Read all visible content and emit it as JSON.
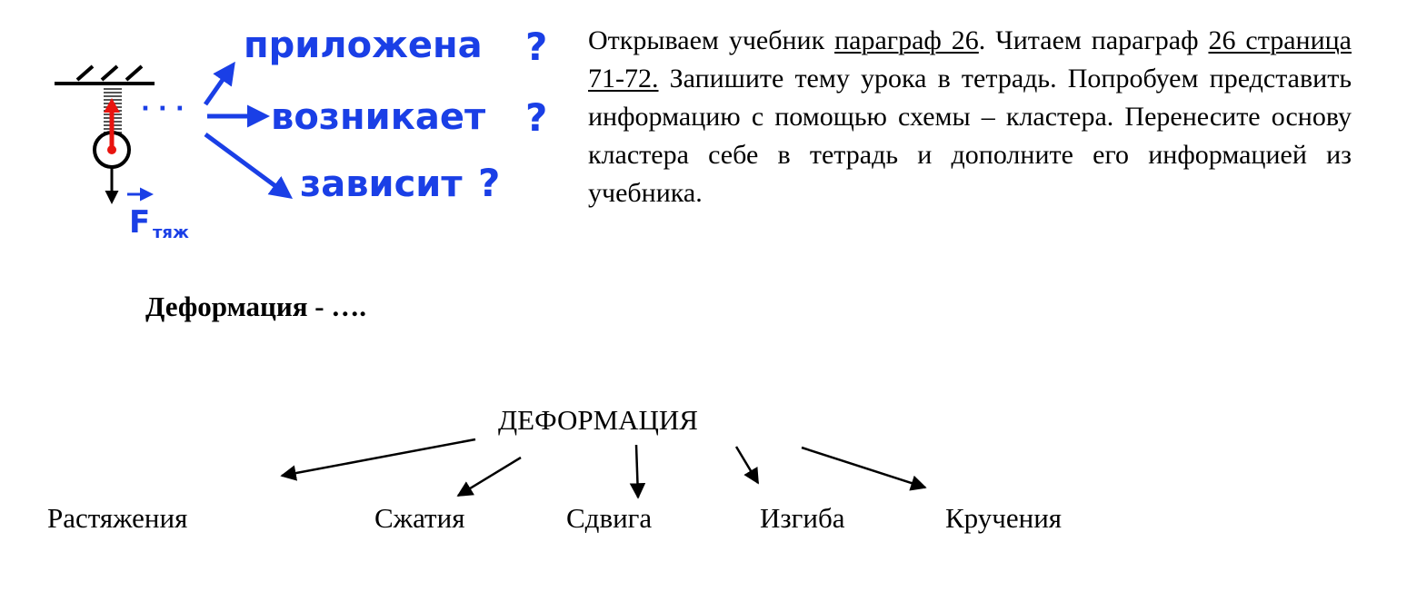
{
  "figure": {
    "words": [
      "приложена",
      "возникает",
      "зависит"
    ],
    "question_mark": "?",
    "dots": "· · ·",
    "force_label": "F",
    "force_subscript": "тяж",
    "colors": {
      "text": "#1a3fe6",
      "force": "#e8140f",
      "line": "#000000"
    }
  },
  "intro": {
    "part1": "Открываем учебник ",
    "link1": "параграф 26",
    "part2": ". Читаем параграф ",
    "link2": "26 страница 71-72.",
    "part3": " Запишите тему урока в тетрадь. Попробуем представить информацию с помощью схемы – кластера. Перенесите основу кластера себе в тетрадь и дополните его информацией из учебника."
  },
  "definition": "Деформация - ….",
  "cluster": {
    "root": "ДЕФОРМАЦИЯ",
    "leaves": [
      "Растяжения",
      "Сжатия",
      "Сдвига",
      "Изгиба",
      "Кручения"
    ]
  }
}
